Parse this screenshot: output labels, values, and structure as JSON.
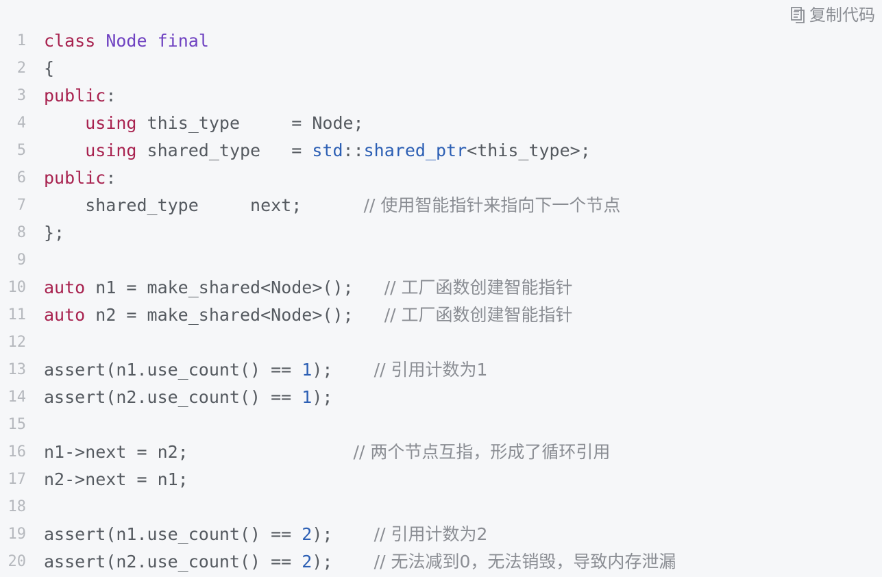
{
  "toolbar": {
    "copy_label": "复制代码",
    "copy_icon": "copy-document-icon"
  },
  "colors": {
    "background": "#f6f7f9",
    "keyword": "#a8224f",
    "type": "#6f42c1",
    "library": "#2c5fb4",
    "number": "#2c5fb4",
    "comment": "#8a8d93",
    "plain": "#555a60",
    "line_number": "#b5b8bd"
  },
  "code": {
    "lines": [
      {
        "number": "1",
        "tokens": [
          {
            "t": "class",
            "c": "kw"
          },
          {
            "t": " ",
            "c": "plain"
          },
          {
            "t": "Node",
            "c": "type"
          },
          {
            "t": " ",
            "c": "plain"
          },
          {
            "t": "final",
            "c": "type"
          }
        ]
      },
      {
        "number": "2",
        "tokens": [
          {
            "t": "{",
            "c": "plain"
          }
        ]
      },
      {
        "number": "3",
        "tokens": [
          {
            "t": "public",
            "c": "kw"
          },
          {
            "t": ":",
            "c": "plain"
          }
        ]
      },
      {
        "number": "4",
        "tokens": [
          {
            "t": "    ",
            "c": "plain"
          },
          {
            "t": "using",
            "c": "kw"
          },
          {
            "t": " this_type     = Node;",
            "c": "plain"
          }
        ]
      },
      {
        "number": "5",
        "tokens": [
          {
            "t": "    ",
            "c": "plain"
          },
          {
            "t": "using",
            "c": "kw"
          },
          {
            "t": " shared_type   = ",
            "c": "plain"
          },
          {
            "t": "std",
            "c": "lib"
          },
          {
            "t": "::",
            "c": "plain"
          },
          {
            "t": "shared_ptr",
            "c": "lib"
          },
          {
            "t": "<this_type>;",
            "c": "plain"
          }
        ]
      },
      {
        "number": "6",
        "tokens": [
          {
            "t": "public",
            "c": "kw"
          },
          {
            "t": ":",
            "c": "plain"
          }
        ]
      },
      {
        "number": "7",
        "tokens": [
          {
            "t": "    shared_type     next;      ",
            "c": "plain"
          },
          {
            "t": "// 使用智能指针来指向下一个节点",
            "c": "comment"
          }
        ]
      },
      {
        "number": "8",
        "tokens": [
          {
            "t": "};",
            "c": "plain"
          }
        ]
      },
      {
        "number": "9",
        "tokens": []
      },
      {
        "number": "10",
        "tokens": [
          {
            "t": "auto",
            "c": "kw"
          },
          {
            "t": " n1 = make_shared<Node>();   ",
            "c": "plain"
          },
          {
            "t": "// 工厂函数创建智能指针",
            "c": "comment"
          }
        ]
      },
      {
        "number": "11",
        "tokens": [
          {
            "t": "auto",
            "c": "kw"
          },
          {
            "t": " n2 = make_shared<Node>();   ",
            "c": "plain"
          },
          {
            "t": "// 工厂函数创建智能指针",
            "c": "comment"
          }
        ]
      },
      {
        "number": "12",
        "tokens": []
      },
      {
        "number": "13",
        "tokens": [
          {
            "t": "assert(n1.use_count() == ",
            "c": "plain"
          },
          {
            "t": "1",
            "c": "num"
          },
          {
            "t": ");    ",
            "c": "plain"
          },
          {
            "t": "// 引用计数为1",
            "c": "comment"
          }
        ]
      },
      {
        "number": "14",
        "tokens": [
          {
            "t": "assert(n2.use_count() == ",
            "c": "plain"
          },
          {
            "t": "1",
            "c": "num"
          },
          {
            "t": ");",
            "c": "plain"
          }
        ]
      },
      {
        "number": "15",
        "tokens": []
      },
      {
        "number": "16",
        "tokens": [
          {
            "t": "n1->next = n2;                ",
            "c": "plain"
          },
          {
            "t": "// 两个节点互指，形成了循环引用",
            "c": "comment"
          }
        ]
      },
      {
        "number": "17",
        "tokens": [
          {
            "t": "n2->next = n1;",
            "c": "plain"
          }
        ]
      },
      {
        "number": "18",
        "tokens": []
      },
      {
        "number": "19",
        "tokens": [
          {
            "t": "assert(n1.use_count() == ",
            "c": "plain"
          },
          {
            "t": "2",
            "c": "num"
          },
          {
            "t": ");    ",
            "c": "plain"
          },
          {
            "t": "// 引用计数为2",
            "c": "comment"
          }
        ]
      },
      {
        "number": "20",
        "tokens": [
          {
            "t": "assert(n2.use_count() == ",
            "c": "plain"
          },
          {
            "t": "2",
            "c": "num"
          },
          {
            "t": ");    ",
            "c": "plain"
          },
          {
            "t": "// 无法减到0，无法销毁，导致内存泄漏",
            "c": "comment"
          }
        ]
      }
    ]
  }
}
